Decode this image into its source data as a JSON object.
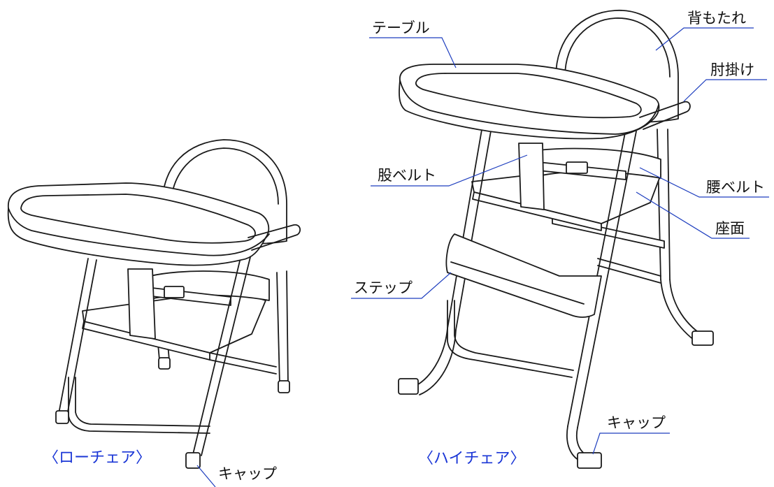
{
  "colors": {
    "drawing_line": "#1a1a1a",
    "leader_line": "#1f3fbf",
    "caption_text": "#1a36d6",
    "label_text": "#111111",
    "background": "#ffffff"
  },
  "labels": {
    "table": "テーブル",
    "backrest": "背もたれ",
    "armrest": "肘掛け",
    "crotch_belt": "股ベルト",
    "waist_belt": "腰ベルト",
    "seat": "座面",
    "step": "ステップ",
    "cap_high": "キャップ",
    "cap_low": "キャップ"
  },
  "captions": {
    "low_chair": "〈ローチェア〉",
    "high_chair": "〈ハイチェア〉"
  },
  "icons": {
    "low_chair": "low-chair-illustration",
    "high_chair": "high-chair-illustration"
  }
}
